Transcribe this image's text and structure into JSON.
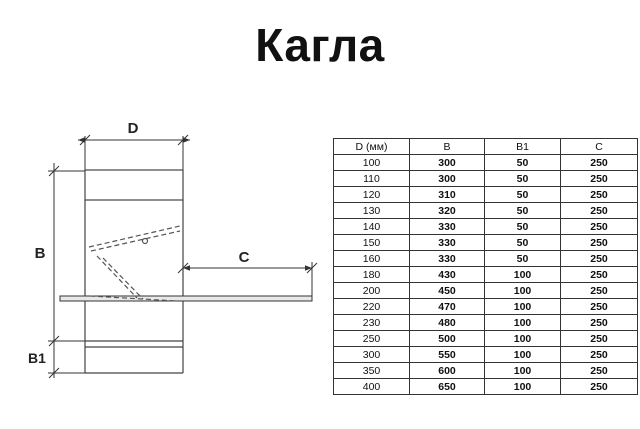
{
  "title": "Кагла",
  "diagram": {
    "labels": {
      "d": "D",
      "b": "B",
      "b1": "B1",
      "c": "C"
    }
  },
  "table": {
    "headers": [
      "D (мм)",
      "B",
      "B1",
      "C"
    ],
    "rows": [
      [
        "100",
        "300",
        "50",
        "250"
      ],
      [
        "110",
        "300",
        "50",
        "250"
      ],
      [
        "120",
        "310",
        "50",
        "250"
      ],
      [
        "130",
        "320",
        "50",
        "250"
      ],
      [
        "140",
        "330",
        "50",
        "250"
      ],
      [
        "150",
        "330",
        "50",
        "250"
      ],
      [
        "160",
        "330",
        "50",
        "250"
      ],
      [
        "180",
        "430",
        "100",
        "250"
      ],
      [
        "200",
        "450",
        "100",
        "250"
      ],
      [
        "220",
        "470",
        "100",
        "250"
      ],
      [
        "230",
        "480",
        "100",
        "250"
      ],
      [
        "250",
        "500",
        "100",
        "250"
      ],
      [
        "300",
        "550",
        "100",
        "250"
      ],
      [
        "350",
        "600",
        "100",
        "250"
      ],
      [
        "400",
        "650",
        "100",
        "250"
      ]
    ]
  }
}
